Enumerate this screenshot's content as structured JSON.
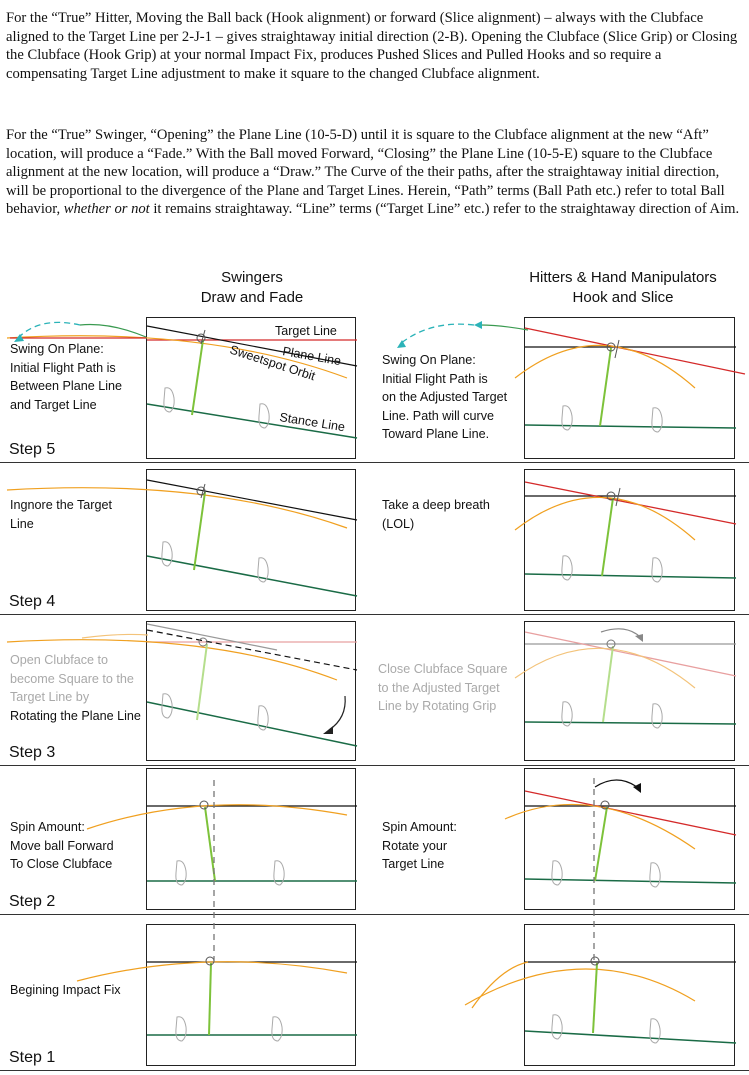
{
  "intro": {
    "p1": "For the “True” Hitter, Moving the Ball back (Hook alignment) or forward (Slice alignment) – always with the Clubface aligned to the Target Line per 2-J-1 – gives straightaway initial direction (2-B).  Opening the Clubface (Slice Grip) or Closing the Clubface (Hook Grip) at your normal Impact Fix, produces Pushed Slices and Pulled Hooks and so require a compensating Target Line adjustment to make it square to the changed Clubface alignment.",
    "p2_a": "For the “True” Swinger, “Opening” the Plane Line (10-5-D) until it is square to the Clubface alignment at the new “Aft” location, will produce a “Fade.”  With the Ball moved Forward, “Closing” the Plane Line (10-5-E) square to the Clubface alignment at the new location, will produce a “Draw.”  The Curve of the their paths, after the straightaway initial direction, will be proportional to the divergence of the Plane and Target Lines.  Herein, “Path” terms (Ball Path etc.) refer to total Ball behavior, ",
    "p2_em": "whether or not",
    "p2_b": " it remains straightaway.  “Line” terms (“Target Line” etc.) refer to the straightaway direction of Aim."
  },
  "columns": {
    "left_line1": "Swingers",
    "left_line2": "Draw and Fade",
    "right_line1": "Hitters & Hand Manipulators",
    "right_line2": "Hook and Slice"
  },
  "labels": {
    "target_line": "Target Line",
    "plane_line": "Plane Line",
    "sweetspot_orbit": "Sweetspot Orbit",
    "stance_line": "Stance Line"
  },
  "steps": [
    {
      "step": "Step 5",
      "left_caption": [
        "Swing On Plane:",
        "Initial Flight Path is",
        "Between Plane Line",
        "and Target Line"
      ],
      "right_caption": [
        "Swing On Plane:",
        "Initial Flight Path is",
        "on the Adjusted Target",
        "Line.  Path will curve",
        "Toward Plane Line."
      ]
    },
    {
      "step": "Step 4",
      "left_caption": [
        "Ingnore the Target",
        "Line"
      ],
      "right_caption": [
        "Take a deep breath",
        "(LOL)"
      ]
    },
    {
      "step": "Step 3",
      "left_caption_faint": [
        "Open Clubface to",
        "become Square to the",
        "Target Line by"
      ],
      "left_caption": [
        "Rotating the Plane Line"
      ],
      "right_caption_faint": [
        "Close Clubface Square",
        "to the Adjusted Target",
        "Line by Rotating Grip"
      ]
    },
    {
      "step": "Step 2",
      "left_caption": [
        "Spin Amount:",
        "Move ball Forward",
        "To Close Clubface"
      ],
      "right_caption": [
        "Spin Amount:",
        "Rotate your",
        "Target Line"
      ]
    },
    {
      "step": "Step 1",
      "left_caption": [
        "Begining Impact Fix"
      ],
      "right_caption": []
    }
  ],
  "colors": {
    "target_line": "#d42a2a",
    "plane_line": "#111111",
    "orbit": "#f0a020",
    "stance": "#1a6b46",
    "shaft": "#7dc23a",
    "flight": "#2bb3b8",
    "guide": "#777777"
  }
}
